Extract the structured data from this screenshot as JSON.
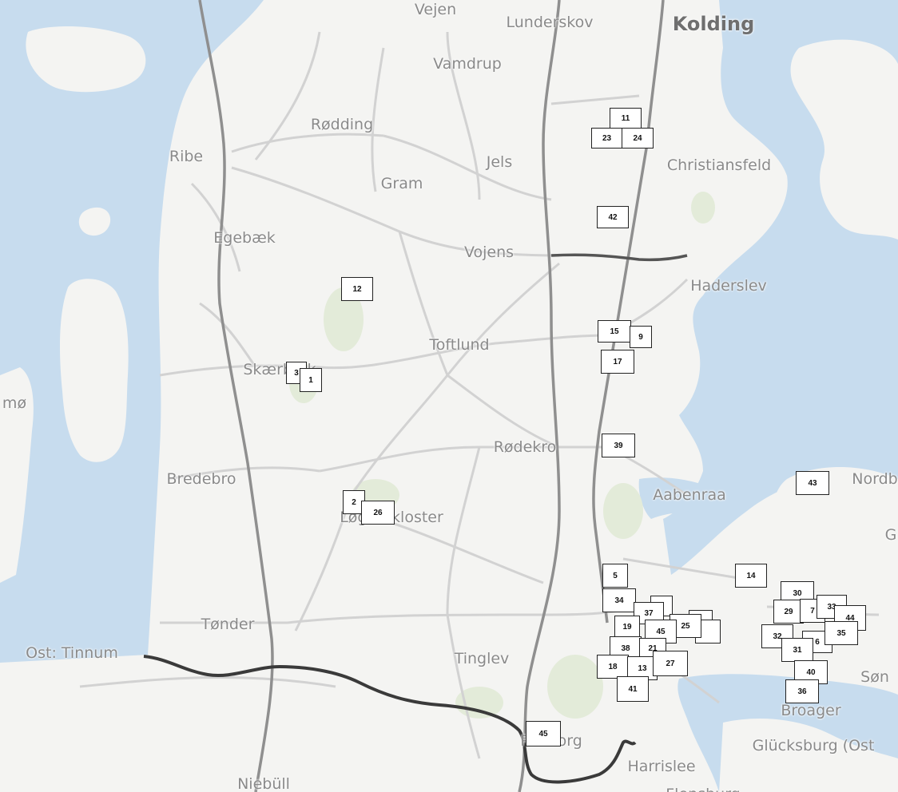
{
  "colors": {
    "water": "#c7dcee",
    "land": "#f4f4f2",
    "road": "#c8c8c8",
    "highway": "#8f8f8f",
    "border": "#3a3a3a",
    "green": "#e3ebd9"
  },
  "places": [
    {
      "id": "vejen",
      "name": "Vejen"
    },
    {
      "id": "lunderskov",
      "name": "Lunderskov"
    },
    {
      "id": "kolding",
      "name": "Kolding"
    },
    {
      "id": "vamdrup",
      "name": "Vamdrup"
    },
    {
      "id": "rodding",
      "name": "Rødding"
    },
    {
      "id": "ribe",
      "name": "Ribe"
    },
    {
      "id": "jels",
      "name": "Jels"
    },
    {
      "id": "christiansfeld",
      "name": "Christiansfeld"
    },
    {
      "id": "gram",
      "name": "Gram"
    },
    {
      "id": "egebaek",
      "name": "Egebæk"
    },
    {
      "id": "vojens",
      "name": "Vojens"
    },
    {
      "id": "haderslev",
      "name": "Haderslev"
    },
    {
      "id": "toftlund",
      "name": "Toftlund"
    },
    {
      "id": "skaerbaek",
      "name": "Skærbæk"
    },
    {
      "id": "mo",
      "name": "mø"
    },
    {
      "id": "rodekro",
      "name": "Rødekro"
    },
    {
      "id": "bredebro",
      "name": "Bredebro"
    },
    {
      "id": "aabenraa",
      "name": "Aabenraa"
    },
    {
      "id": "nordborg",
      "name": "Nordb"
    },
    {
      "id": "loegumkloster",
      "name": "Løgumkloster"
    },
    {
      "id": "g",
      "name": "G"
    },
    {
      "id": "tonder",
      "name": "Tønder"
    },
    {
      "id": "tinglev",
      "name": "Tinglev"
    },
    {
      "id": "ost_tinnum",
      "name": "Ost: Tinnum"
    },
    {
      "id": "sonderborg",
      "name": "Søn"
    },
    {
      "id": "broager",
      "name": "Broager"
    },
    {
      "id": "padborg",
      "name": "Padborg"
    },
    {
      "id": "harrislee",
      "name": "Harrislee"
    },
    {
      "id": "glucksburg",
      "name": "Glücksburg (Ost"
    },
    {
      "id": "niebull",
      "name": "Niebüll"
    },
    {
      "id": "flensburg",
      "name": "Flensburg"
    }
  ],
  "markers": [
    {
      "label": "11"
    },
    {
      "label": "23"
    },
    {
      "label": "24"
    },
    {
      "label": "42"
    },
    {
      "label": "12"
    },
    {
      "label": "15"
    },
    {
      "label": "9"
    },
    {
      "label": "17"
    },
    {
      "label": "3"
    },
    {
      "label": "1"
    },
    {
      "label": "39"
    },
    {
      "label": "43"
    },
    {
      "label": "2"
    },
    {
      "label": "26"
    },
    {
      "label": "5"
    },
    {
      "label": "14"
    },
    {
      "label": "34"
    },
    {
      "label": ""
    },
    {
      "label": "37"
    },
    {
      "label": "19"
    },
    {
      "label": ""
    },
    {
      "label": ""
    },
    {
      "label": "25"
    },
    {
      "label": "45"
    },
    {
      "label": "38"
    },
    {
      "label": "21"
    },
    {
      "label": "18"
    },
    {
      "label": "13"
    },
    {
      "label": "27"
    },
    {
      "label": "41"
    },
    {
      "label": "30"
    },
    {
      "label": "29"
    },
    {
      "label": "7"
    },
    {
      "label": "33"
    },
    {
      "label": "44"
    },
    {
      "label": "32"
    },
    {
      "label": "6"
    },
    {
      "label": "35"
    },
    {
      "label": "31"
    },
    {
      "label": "40"
    },
    {
      "label": "36"
    },
    {
      "label": "45"
    }
  ]
}
